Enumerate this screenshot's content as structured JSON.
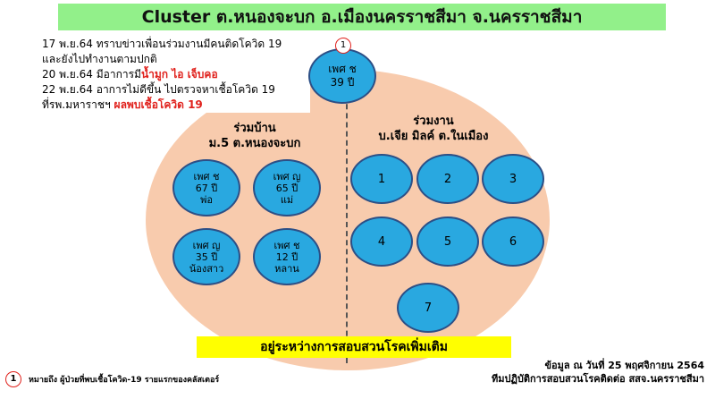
{
  "title": "Cluster ต.หนองจะบก อ.เมืองนครราชสีมา จ.นครราชสีมา",
  "story": {
    "l1": "17 พ.ย.64 ทราบข่าวเพื่อนร่วมงานมีคนติดโควิด 19",
    "l2": "และยังไปทำงานตามปกติ",
    "l3a": "20 พ.ย.64 มีอาการมี",
    "l3b": "น้ำมูก ไอ เจ็บคอ",
    "l4": "22 พ.ย.64 อาการไม่ดีขึ้น ไปตรวจหาเชื้อโควิด 19",
    "l5a": "ที่รพ.มหาราชฯ ",
    "l5b": "ผลพบเชื้อโควิด 19"
  },
  "index_case": {
    "badge": "1",
    "line1": "เพศ ช",
    "line2": "39 ปี"
  },
  "household": {
    "label1": "ร่วมบ้าน",
    "label2": "ม.5 ต.หนองจะบก",
    "members": [
      {
        "sex": "เพศ ช",
        "age": "67 ปี",
        "relation": "พ่อ"
      },
      {
        "sex": "เพศ ญ",
        "age": "65 ปี",
        "relation": "แม่"
      },
      {
        "sex": "เพศ ญ",
        "age": "35 ปี",
        "relation": "น้องสาว"
      },
      {
        "sex": "เพศ ช",
        "age": "12 ปี",
        "relation": "หลาน"
      }
    ]
  },
  "workplace": {
    "label1": "ร่วมงาน",
    "label2": "บ.เจีย มิลค์ ต.ในเมือง",
    "cases": [
      "1",
      "2",
      "3",
      "4",
      "5",
      "6",
      "7"
    ]
  },
  "status_banner": "อยู่ระหว่างการสอบสวนโรคเพิ่มเติม",
  "source": {
    "line1": "ข้อมูล ณ วันที่ 25 พฤศจิกายน 2564",
    "line2": "ทีมปฏิบัติการสอบสวนโรคติดต่อ สสจ.นครราชสีมา"
  },
  "legend": {
    "badge": "1",
    "text": "หมายถึง ผู้ป่วยที่พบเชื้อโควิด-19 รายแรกของคลัสเตอร์"
  },
  "colors": {
    "title_bg": "#92f08a",
    "oval": "#f8cbad",
    "circle": "#29a8e0",
    "banner": "#ffff00",
    "highlight": "#e0211c"
  }
}
